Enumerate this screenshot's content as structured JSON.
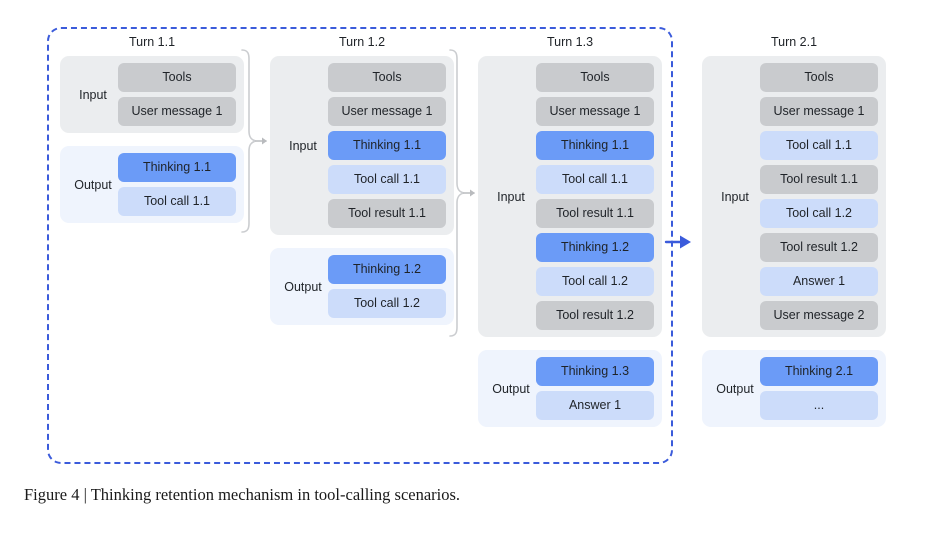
{
  "figure": {
    "caption": "Figure 4 | Thinking retention mechanism in tool-calling scenarios.",
    "region_border_color": "#3b5bdb",
    "arrow_color": "#3b5bdb",
    "brace_color": "#c9cbce"
  },
  "legend_colors": {
    "gray": "#c9cbce",
    "thinking_blue": "#6b9bf7",
    "light_blue": "#ccdcfa",
    "input_bg": "#ebedef",
    "output_bg": "#eff4fd"
  },
  "labels": {
    "input": "Input",
    "output": "Output"
  },
  "turns": [
    {
      "id": "turn-1-1",
      "title": "Turn 1.1",
      "input": [
        {
          "label": "Tools",
          "kind": "gray"
        },
        {
          "label": "User message 1",
          "kind": "gray"
        }
      ],
      "output": [
        {
          "label": "Thinking 1.1",
          "kind": "thinking"
        },
        {
          "label": "Tool call 1.1",
          "kind": "light"
        }
      ]
    },
    {
      "id": "turn-1-2",
      "title": "Turn 1.2",
      "input": [
        {
          "label": "Tools",
          "kind": "gray"
        },
        {
          "label": "User message 1",
          "kind": "gray"
        },
        {
          "label": "Thinking 1.1",
          "kind": "thinking"
        },
        {
          "label": "Tool call 1.1",
          "kind": "light"
        },
        {
          "label": "Tool result 1.1",
          "kind": "gray"
        }
      ],
      "output": [
        {
          "label": "Thinking 1.2",
          "kind": "thinking"
        },
        {
          "label": "Tool call 1.2",
          "kind": "light"
        }
      ]
    },
    {
      "id": "turn-1-3",
      "title": "Turn 1.3",
      "input": [
        {
          "label": "Tools",
          "kind": "gray"
        },
        {
          "label": "User message 1",
          "kind": "gray"
        },
        {
          "label": "Thinking 1.1",
          "kind": "thinking"
        },
        {
          "label": "Tool call 1.1",
          "kind": "light"
        },
        {
          "label": "Tool result 1.1",
          "kind": "gray"
        },
        {
          "label": "Thinking 1.2",
          "kind": "thinking"
        },
        {
          "label": "Tool call 1.2",
          "kind": "light"
        },
        {
          "label": "Tool result 1.2",
          "kind": "gray"
        }
      ],
      "output": [
        {
          "label": "Thinking 1.3",
          "kind": "thinking"
        },
        {
          "label": "Answer 1",
          "kind": "light"
        }
      ]
    },
    {
      "id": "turn-2-1",
      "title": "Turn 2.1",
      "input": [
        {
          "label": "Tools",
          "kind": "gray"
        },
        {
          "label": "User message 1",
          "kind": "gray"
        },
        {
          "label": "Tool call 1.1",
          "kind": "light"
        },
        {
          "label": "Tool result 1.1",
          "kind": "gray"
        },
        {
          "label": "Tool call 1.2",
          "kind": "light"
        },
        {
          "label": "Tool result 1.2",
          "kind": "gray"
        },
        {
          "label": "Answer 1",
          "kind": "light"
        },
        {
          "label": "User message 2",
          "kind": "gray"
        }
      ],
      "output": [
        {
          "label": "Thinking 2.1",
          "kind": "thinking"
        },
        {
          "label": "...",
          "kind": "light"
        }
      ]
    }
  ]
}
